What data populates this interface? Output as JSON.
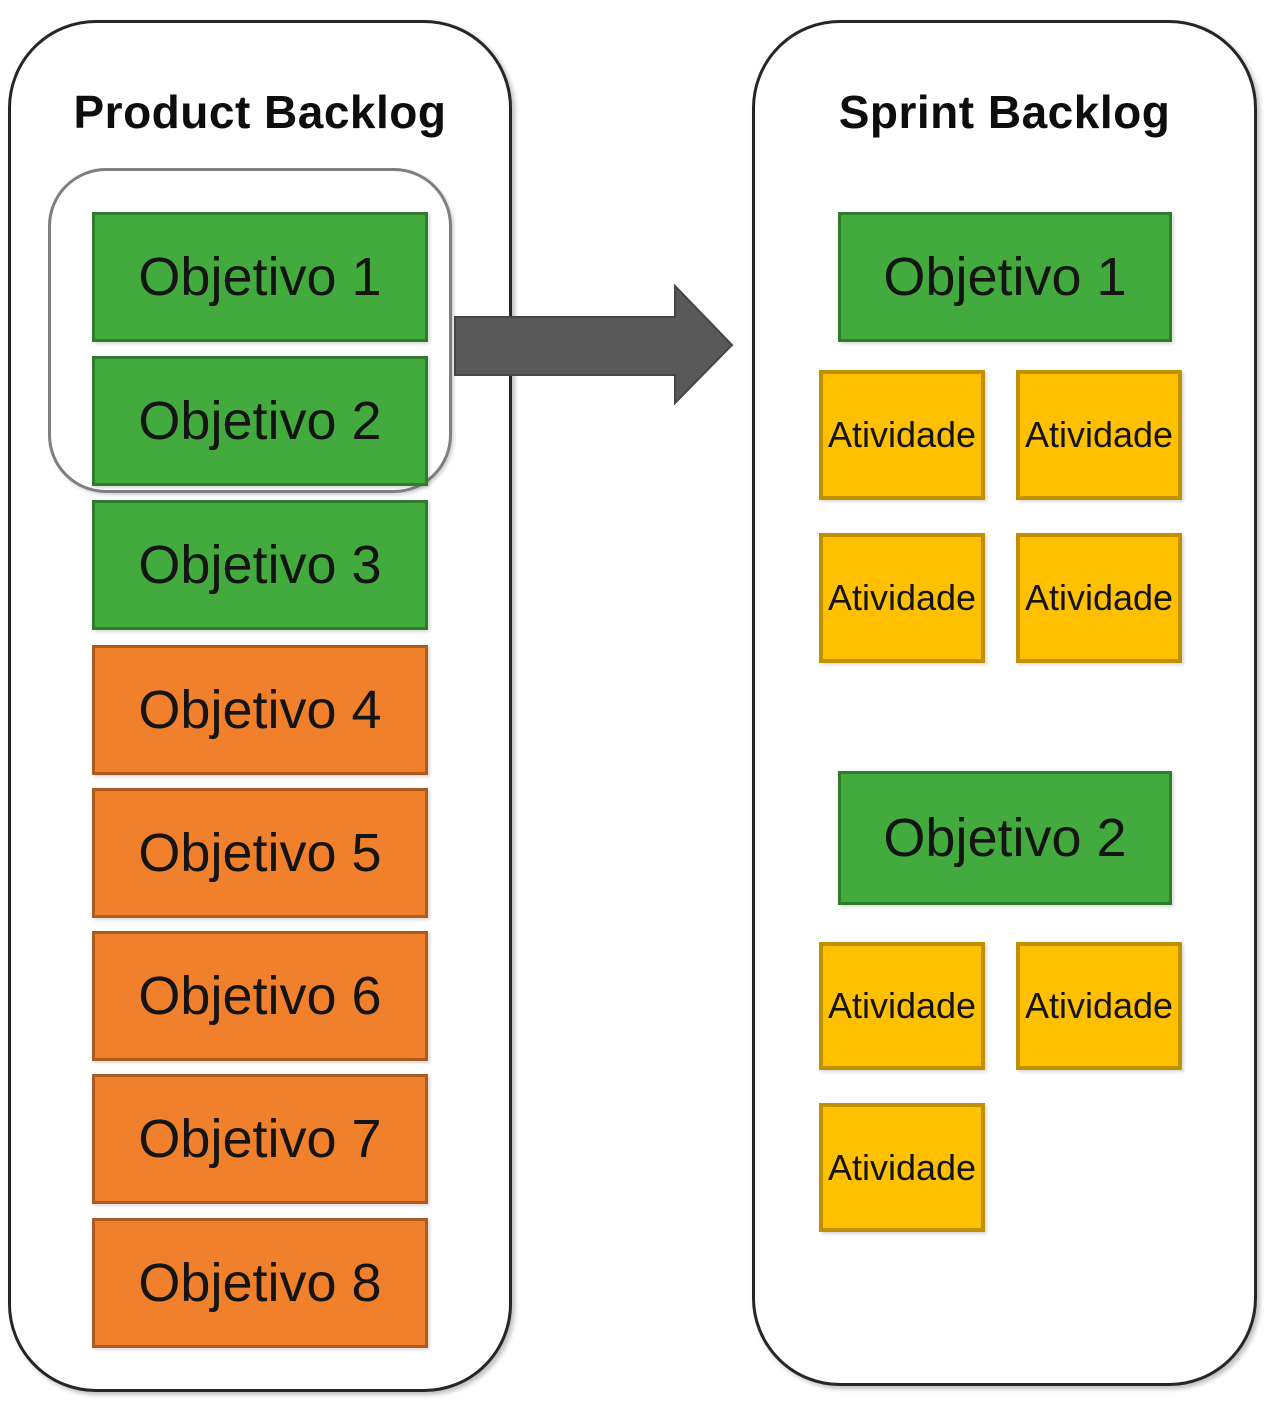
{
  "colors": {
    "green_fill": "#43ab3e",
    "green_border": "#2e7d2c",
    "orange_fill": "#f0802c",
    "orange_border": "#ae5a21",
    "yellow_fill": "#ffc000",
    "yellow_border": "#bf9000",
    "arrow_fill": "#595959",
    "panel_border": "#262626",
    "group_outline_border": "#7f7f7f",
    "text": "#141414"
  },
  "product_backlog": {
    "title": "Product Backlog",
    "items": [
      {
        "label": "Objetivo 1",
        "color": "green",
        "in_selection_group": true
      },
      {
        "label": "Objetivo 2",
        "color": "green",
        "in_selection_group": true
      },
      {
        "label": "Objetivo 3",
        "color": "green",
        "in_selection_group": false
      },
      {
        "label": "Objetivo 4",
        "color": "orange",
        "in_selection_group": false
      },
      {
        "label": "Objetivo 5",
        "color": "orange",
        "in_selection_group": false
      },
      {
        "label": "Objetivo 6",
        "color": "orange",
        "in_selection_group": false
      },
      {
        "label": "Objetivo 7",
        "color": "orange",
        "in_selection_group": false
      },
      {
        "label": "Objetivo 8",
        "color": "orange",
        "in_selection_group": false
      }
    ]
  },
  "arrow": {
    "direction": "right"
  },
  "sprint_backlog": {
    "title": "Sprint Backlog",
    "groups": [
      {
        "objective_label": "Objetivo 1",
        "objective_color": "green",
        "activity_color": "yellow",
        "activities": [
          "Atividade",
          "Atividade",
          "Atividade",
          "Atividade"
        ]
      },
      {
        "objective_label": "Objetivo 2",
        "objective_color": "green",
        "activity_color": "yellow",
        "activities": [
          "Atividade",
          "Atividade",
          "Atividade"
        ]
      }
    ]
  }
}
